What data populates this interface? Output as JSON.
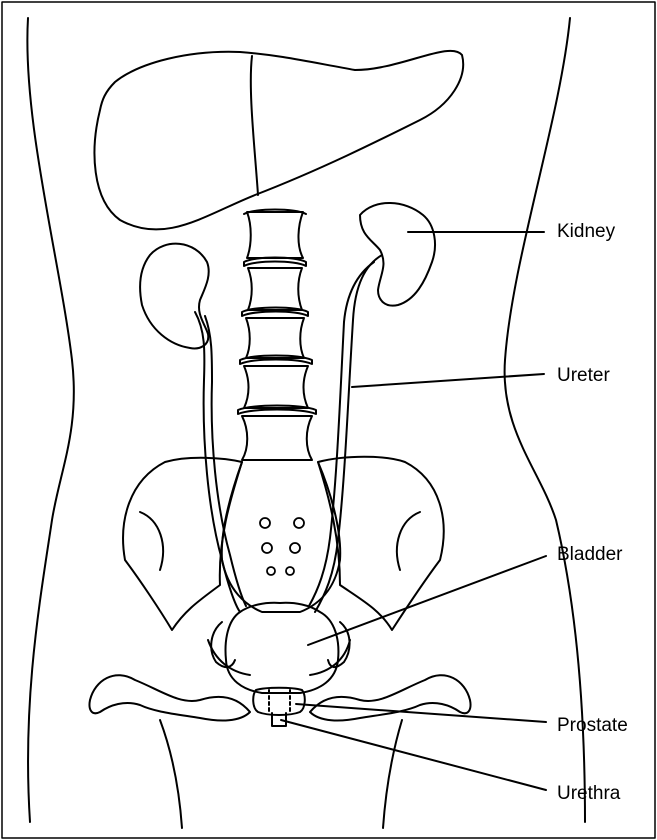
{
  "labels": {
    "kidney": "Kidney",
    "ureter": "Ureter",
    "bladder": "Bladder",
    "prostate": "Prostate",
    "urethra": "Urethra"
  },
  "colors": {
    "stroke": "#000000",
    "fill": "#ffffff",
    "text": "#000000"
  }
}
